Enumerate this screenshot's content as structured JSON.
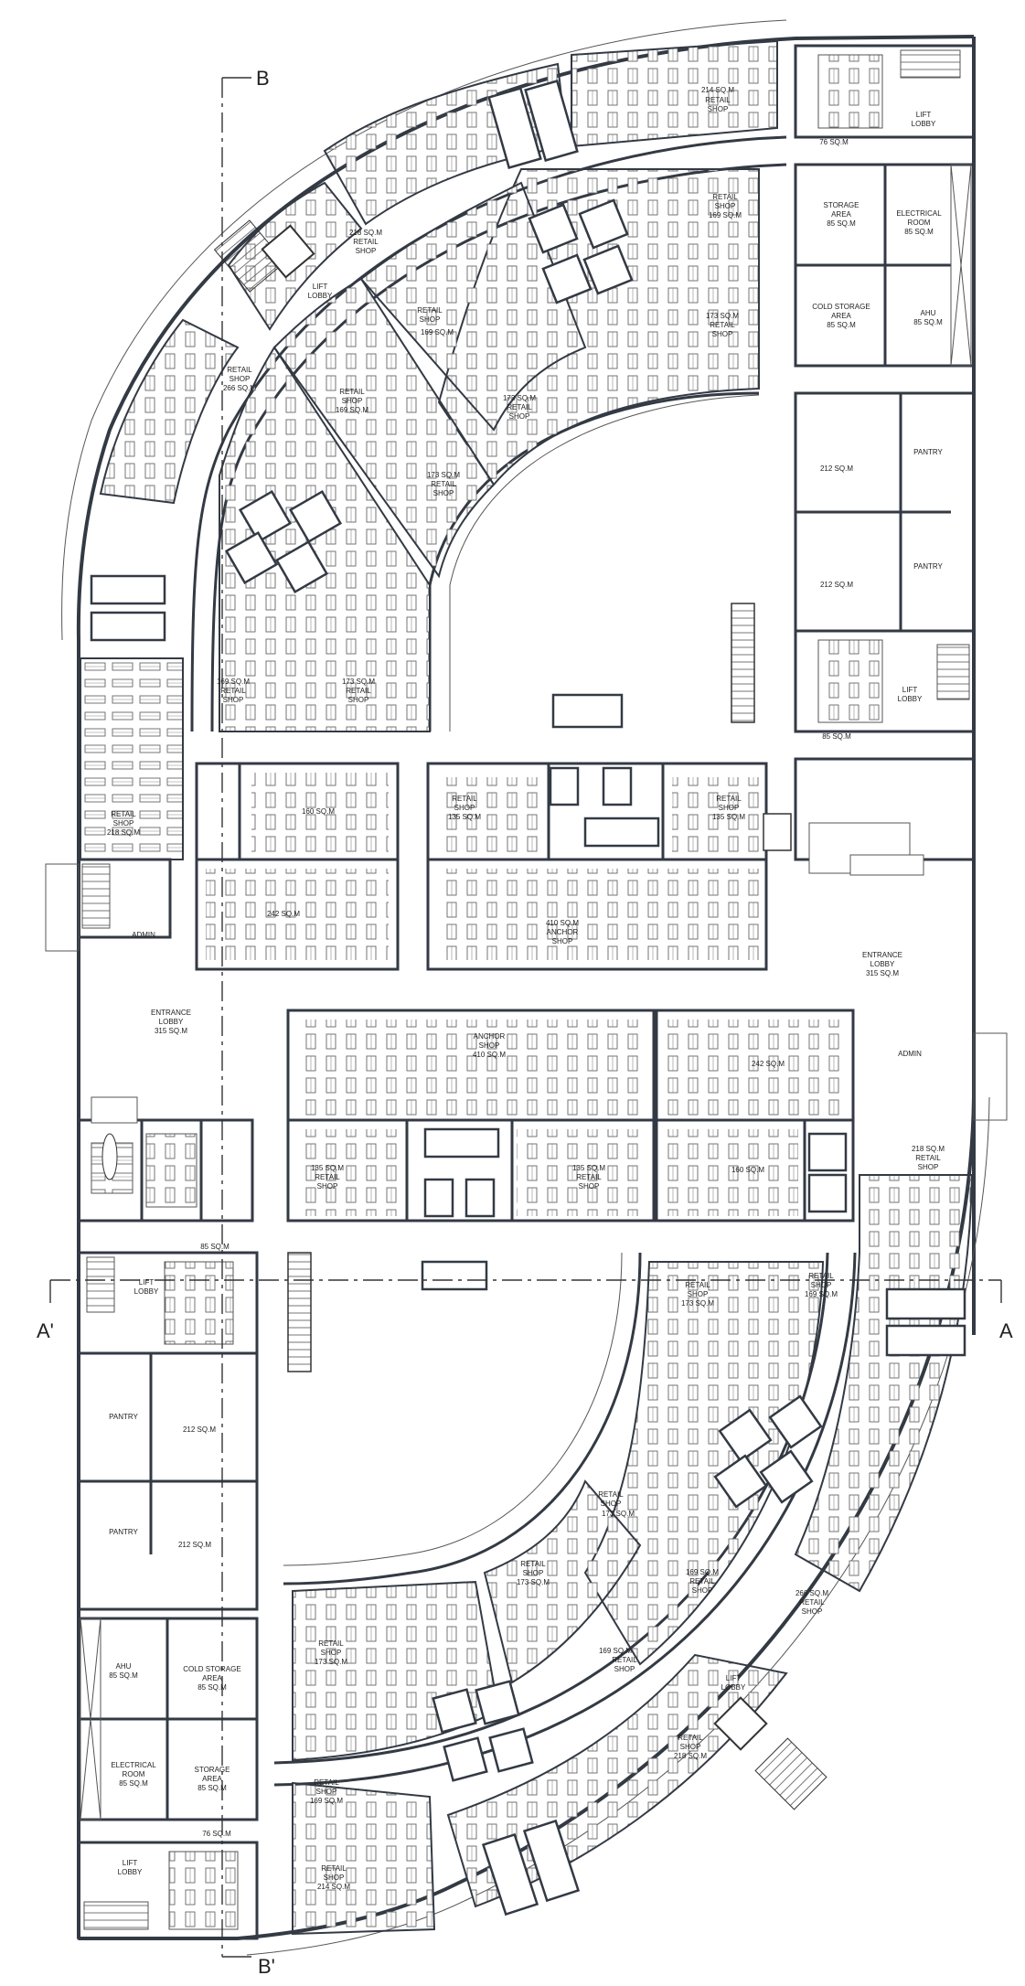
{
  "section_markers": {
    "b_top": "B",
    "b_bottom": "B'",
    "a_left": "A'",
    "a_right": "A"
  },
  "rooms": {
    "lift_lobby": [
      "LIFT",
      "LOBBY"
    ],
    "storage_area": [
      "STORAGE",
      "AREA",
      "85 SQ.M"
    ],
    "electrical_room": [
      "ELECTRICAL",
      "ROOM",
      "85 SQ.M"
    ],
    "cold_storage_area": [
      "COLD STORAGE",
      "AREA",
      "85 SQ.M"
    ],
    "ahu": [
      "AHU",
      "85 SQ.M"
    ],
    "pantry": "PANTRY",
    "admin": "ADMIN",
    "entrance_lobby": [
      "ENTRANCE",
      "LOBBY",
      "315 SQ.M"
    ],
    "anchor_shop": [
      "ANCHOR",
      "SHOP",
      "410 SQ.M"
    ],
    "retail_shop": [
      "RETAIL",
      "SHOP"
    ],
    "area_214": "214 SQ.M",
    "area_218": "218 SQ.M",
    "area_266": "266 SQ.M",
    "area_169": "169 SQ.M",
    "area_173": "173 SQ.M",
    "area_160": "160 SQ.M",
    "area_242": "242 SQ.M",
    "area_135": "135 SQ.M",
    "area_212": "212 SQ.M",
    "area_85": "85 SQ.M",
    "area_76": "76 SQ.M"
  }
}
